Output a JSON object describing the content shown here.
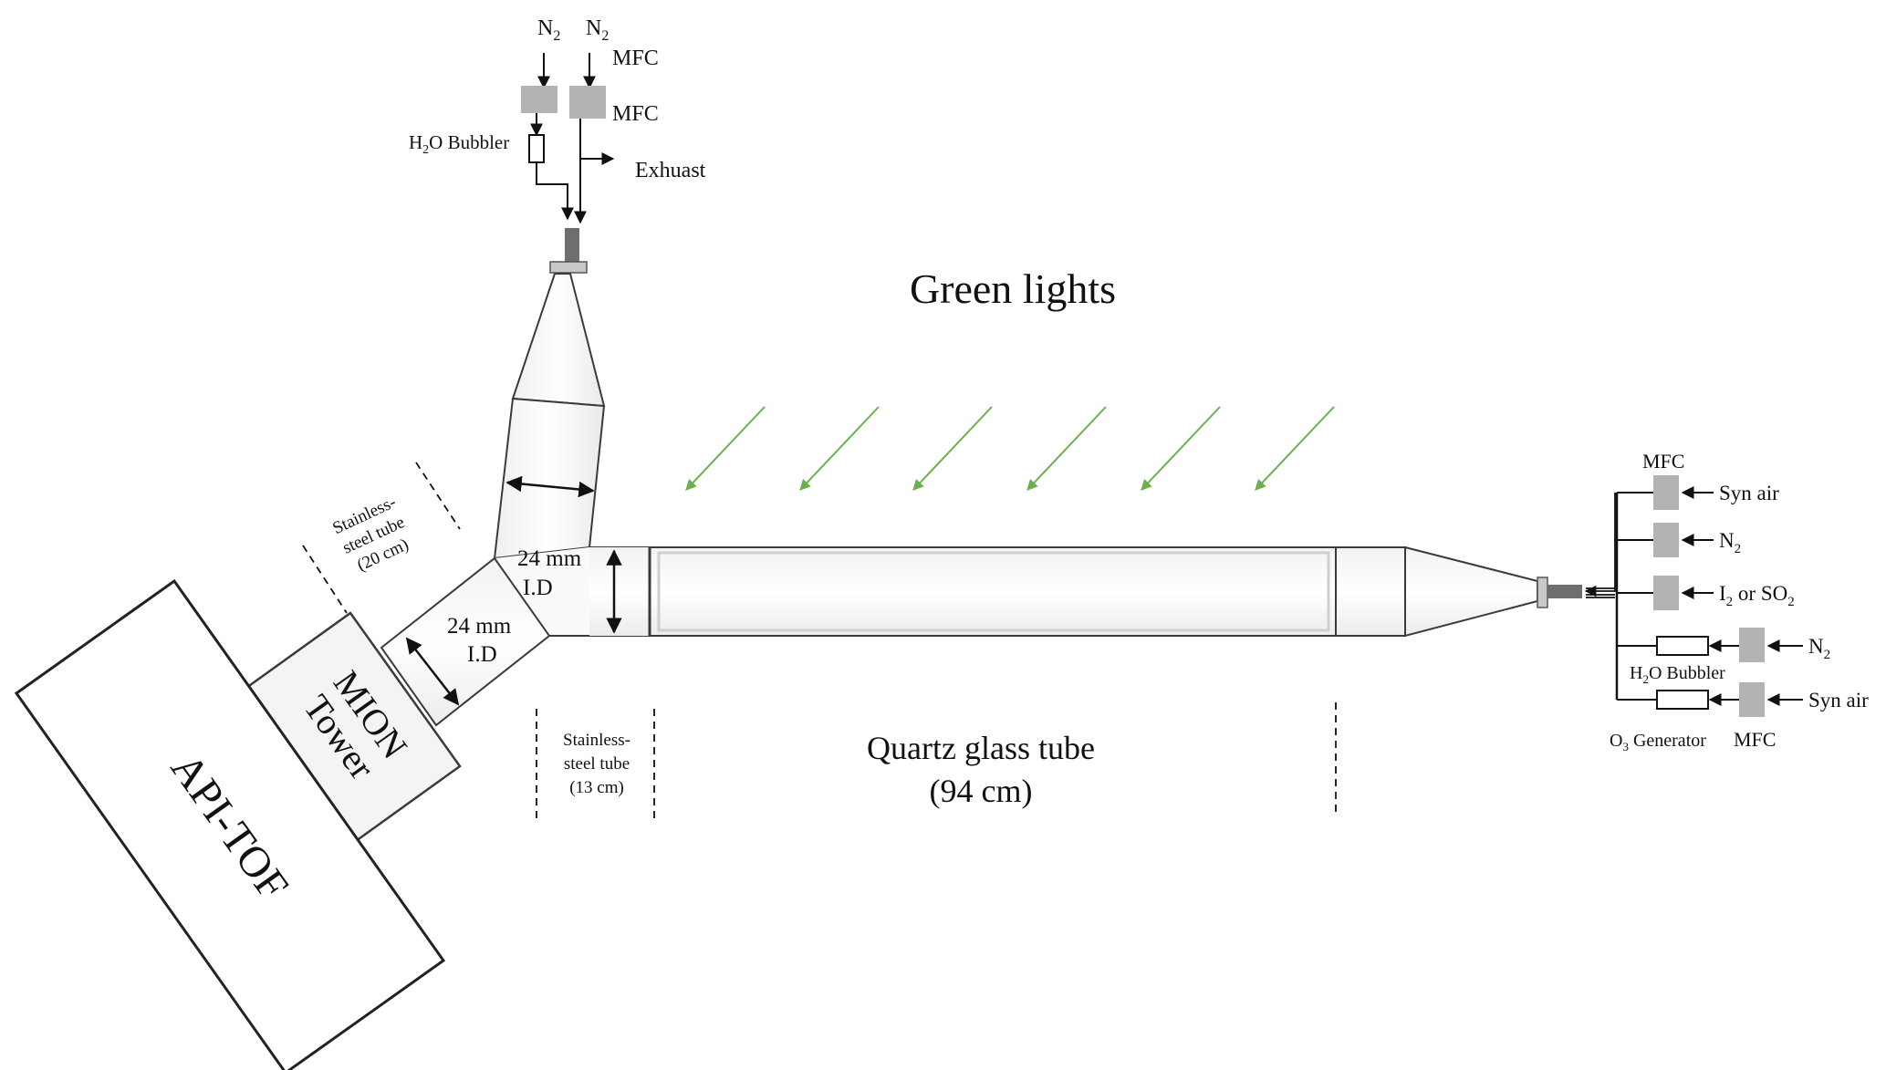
{
  "title": "Green lights",
  "top_inlet": {
    "n2_left": "N",
    "n2_right": "N",
    "n2_sub": "2",
    "mfc_a": "MFC",
    "mfc_b": "MFC",
    "bubbler_h": "H",
    "bubbler_sub": "2",
    "bubbler_rest": "O Bubbler",
    "exhaust": "Exhuast"
  },
  "instruments": {
    "apitof": "API-TOF",
    "mion_line1": "MION",
    "mion_line2": "Tower"
  },
  "dimensions": {
    "id_vertical_1": "24 mm",
    "id_vertical_2": "I.D",
    "id_diagonal_1": "24 mm",
    "id_diagonal_2": "I.D"
  },
  "sections": {
    "ss20_1": "Stainless-",
    "ss20_2": "steel tube",
    "ss20_3": "(20 cm)",
    "ss13_1": "Stainless-",
    "ss13_2": "steel tube",
    "ss13_3": "(13 cm)",
    "quartz_1": "Quartz glass tube",
    "quartz_2": "(94 cm)"
  },
  "right_inlet": {
    "mfc_top": "MFC",
    "syn_air_top": "Syn air",
    "n2_mid": "N",
    "n2_sub": "2",
    "i2": "I",
    "i2_sub": "2",
    "i2_or": " or SO",
    "so2_sub": "2",
    "n2_bub": "N",
    "n2_bub_sub": "2",
    "bubbler_h": "H",
    "bubbler_sub": "2",
    "bubbler_rest": "O Bubbler",
    "syn_air_bottom": "Syn air",
    "o3_o": "O",
    "o3_sub": "3",
    "o3_rest": " Generator",
    "mfc_bottom": "MFC"
  },
  "colors": {
    "arrow_green": "#6ab04c",
    "mfc_gray": "#b3b3b3",
    "outline": "#3a3a3a"
  }
}
